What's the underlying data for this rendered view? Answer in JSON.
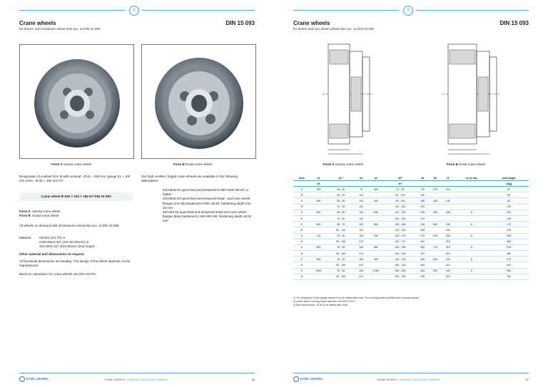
{
  "left": {
    "badge": "②",
    "title": "Crane wheels",
    "subtitle": "for driven- and nondriven wheel sets acc. to DIN 15 090",
    "din": "DIN 15 093",
    "photo_a_caption_bold": "Form S",
    "photo_a_caption": " narrow crane wheel",
    "photo_b_caption_bold": "Form B",
    "photo_b_caption": " broad crane wheel",
    "designation": "Designation of a wheel form B with nominal - Ø d1 = 630 mm, gauge b1 = 100 mm, bore - Ø d3 = 180 mm H7:",
    "designation_box": "Crane wheel B 630 × 100 × 180 H7 DIN 15 093",
    "form_s_label": "Form S",
    "form_s_text": "narrow crane wheel",
    "form_b_label": "Form B",
    "form_b_text": "broad crane wheel",
    "oil_text": "All wheels on demand with oil pressure connection acc. to DIN 15 055.",
    "material_label": "Material:",
    "material_lines": [
      "GE420 (GS-70) or",
      "G42CrMo4+QT (GS-42CrMo4V) or",
      "42CrMo4+QT (42CrMo4V) drop forged"
    ],
    "other_heading": "Other material and dimensions on request.",
    "binding_text": "All functional dimensions are binding. The design of the wheel depends on the manufacturer.",
    "basis_text": "Basis for calculation for crane wheels see DIN 15 070.",
    "forged_intro": "Our high resilient, forged crane wheels are available in the following alternatives:",
    "forged_items": [
      "42CrMo5-04 quenched and tempered to 850-1000 N/mm² or higher",
      "42CrMo5-04 quenched and tempered tread - and inner wheel flanges non-slip hardened to HRc 48-54, hardening depth min. 10 mm",
      "42CrMo-04 quenched and tempered tread and inner wheel flanges deep hardened to 450-500 HB, hardening depth 18-20 mm"
    ],
    "footer_logo": "KARL GEORG",
    "footer_text_a": "CRANE WHEELS",
    "footer_text_b": " • GENERAL CATALOGUE GERMAN",
    "page_number": "56"
  },
  "right": {
    "badge": "②",
    "title": "Crane wheels",
    "subtitle": "for driven and non driven wheel sets acc. to DIN 15 090",
    "din": "DIN 15 093",
    "drawing_a_caption_bold": "Form S",
    "drawing_a_caption": " narrow crane wheel",
    "drawing_b_caption_bold": "Form B",
    "drawing_b_caption": " broad crane wheel",
    "table": {
      "headers": [
        "form",
        "d1",
        "b1¹⁾",
        "b2",
        "d2",
        "d3²⁾",
        "d4",
        "d6",
        "l3",
        "no of ribs",
        "unit weight"
      ],
      "subheaders": [
        "",
        "h9",
        "",
        "",
        "",
        "H7",
        "",
        "",
        "",
        "",
        "≈[kg]"
      ],
      "rows": [
        [
          "S",
          "315",
          "45 - 50",
          "70",
          "350",
          "70 - 90",
          "175",
          "270",
          "110",
          "-",
          "52"
        ],
        [
          "B",
          "",
          "55 - 60",
          "110",
          "",
          "80 - 120",
          "190",
          "",
          "",
          "",
          "65"
        ],
        [
          "S",
          "400",
          "55 - 65",
          "110",
          "440",
          "90 - 120",
          "190",
          "345",
          "140",
          "-",
          "82"
        ],
        [
          "B",
          "",
          "70 - 90",
          "140",
          "",
          "110 - 130",
          "205",
          "",
          "",
          "",
          "105"
        ],
        [
          "S",
          "500",
          "55 - 65",
          "110",
          "540",
          "110 - 130",
          "205",
          "435",
          "180",
          "6",
          "120"
        ],
        [
          "B",
          "",
          "70 - 90",
          "140",
          "",
          "130 - 160",
          "220",
          "",
          "",
          "",
          "136"
        ],
        [
          "S",
          "630",
          "65 - 75",
          "120",
          "680",
          "130 - 160",
          "235",
          "560",
          "150",
          "6",
          "170"
        ],
        [
          "B",
          "",
          "80 - 100",
          "140",
          "",
          "120 - 160",
          "285",
          "",
          "160",
          "",
          "230"
        ],
        [
          "S",
          "710",
          "75 - 90",
          "140",
          "760",
          "120 - 170",
          "270",
          "630",
          "160",
          "6",
          "256"
        ],
        [
          "B",
          "",
          "95 - 160",
          "210",
          "",
          "140 - 170",
          "300",
          "",
          "210",
          "",
          "358"
        ],
        [
          "S",
          "800",
          "75 - 90",
          "140",
          "850",
          "140 - 180",
          "285",
          "710",
          "210",
          "6",
          "315"
        ],
        [
          "B",
          "",
          "95 - 160",
          "210",
          "",
          "160 - 200",
          "320",
          "",
          "210",
          "",
          "380"
        ],
        [
          "S",
          "900",
          "75 - 90",
          "140",
          "950",
          "140 - 190",
          "300",
          "805",
          "190",
          "6",
          "375"
        ],
        [
          "B",
          "",
          "95 - 160",
          "210",
          "",
          "180 - 230",
          "345",
          "",
          "210",
          "",
          "420"
        ],
        [
          "S",
          "1000",
          "75 - 90",
          "140",
          "1050",
          "160 - 200",
          "320",
          "900",
          "190",
          "6",
          "280"
        ],
        [
          "B",
          "",
          "95 - 160",
          "210",
          "",
          "200 - 250",
          "395",
          "",
          "210",
          "",
          "760"
        ]
      ]
    },
    "notes": [
      "1) The dimension of the gauge values b1 to be stated with order. For running surface profiles and correspondence of crane rails to running wheel diameter see DIN 15 072.",
      "2) Bore dimensions - Ø d3 to be stated with order."
    ],
    "footer_logo": "KARL GEORG",
    "footer_text_a": "CRANE WHEELS",
    "footer_text_b": " • GENERAL CATALOGUE GERMAN",
    "page_number": "57"
  },
  "colors": {
    "accent": "#3fa8d6",
    "brand": "#2e7fb5"
  }
}
